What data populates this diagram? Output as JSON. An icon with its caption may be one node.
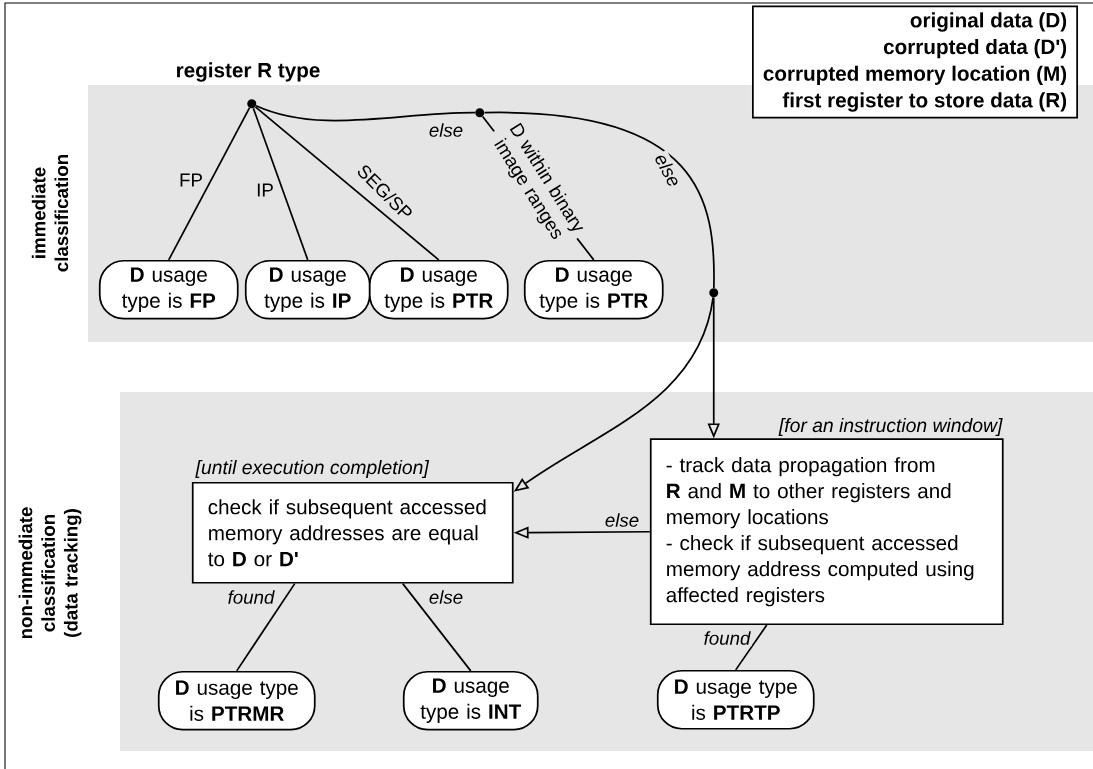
{
  "diagram": {
    "nodes": [
      {
        "text": [
          "immediate classification"
        ]
      },
      {
        "text": [],
        "shape": "circle",
        "in": 0,
        "beside": [
          "register R type"
        ]
      },
      {
        "text": [
          "**D** usage type is **FP**"
        ],
        "in": 0
      },
      {
        "text": [
          "**D** usage type is **IP**"
        ],
        "in": 0
      },
      {
        "text": [
          "**D** usage type is **PTR**"
        ],
        "in": 0
      },
      {
        "text": [
          "**D** usage type is **PTR**"
        ],
        "in": 0
      },
      {
        "text": [],
        "shape": "circle",
        "in": 0
      },
      {
        "text": [],
        "shape": "circle",
        "in": 0
      },
      {
        "text": [
          "non-immediate classification (data tracking)"
        ]
      },
      {
        "text": [
          "check if subsequent accessed memory addresses are equal to **D** or **D'**"
        ],
        "in": 8,
        "beside": [
          "[until execution completion]"
        ]
      },
      {
        "text": [
          "- track data propagation from **R** and **M** to other registers and memory locations",
          "- check if subsequent accessed memory address computed using affected registers"
        ],
        "in": 8,
        "beside": [
          "[for an instruction window]"
        ]
      },
      {
        "text": [
          "**D** usage type is **PTRMR**"
        ],
        "in": 8
      },
      {
        "text": [
          "**D** usage type is **INT**"
        ],
        "in": 8
      },
      {
        "text": [
          "**D** usage type is **PTRTP**"
        ],
        "in": 8
      },
      {
        "text": [
          "original data (D)",
          "corrupted data (D')",
          "corrupted memory location (M)",
          "first register to store data (R)"
        ]
      }
    ],
    "edges": [
      {
        "from": 1,
        "to": 2,
        "arrow": "none",
        "label": "FP"
      },
      {
        "from": 1,
        "to": 3,
        "arrow": "none",
        "label": "IP"
      },
      {
        "from": 1,
        "to": 4,
        "arrow": "none",
        "label": "SEG/SP"
      },
      {
        "from": 1,
        "to": 6,
        "arrow": "none",
        "label": "else"
      },
      {
        "from": 6,
        "to": 5,
        "arrow": "none",
        "label": "D within binary image ranges"
      },
      {
        "from": 6,
        "to": 7,
        "arrow": "none",
        "label": "else"
      },
      {
        "from": 7,
        "to": 9,
        "arrow": "to"
      },
      {
        "from": 7,
        "to": 10,
        "arrow": "to"
      },
      {
        "from": 10,
        "to": 9,
        "arrow": "to",
        "label": "else"
      },
      {
        "from": 9,
        "to": 11,
        "arrow": "none",
        "label": "found"
      },
      {
        "from": 9,
        "to": 12,
        "arrow": "none",
        "label": "else"
      },
      {
        "from": 10,
        "to": 13,
        "arrow": "none",
        "label": "found"
      }
    ]
  }
}
